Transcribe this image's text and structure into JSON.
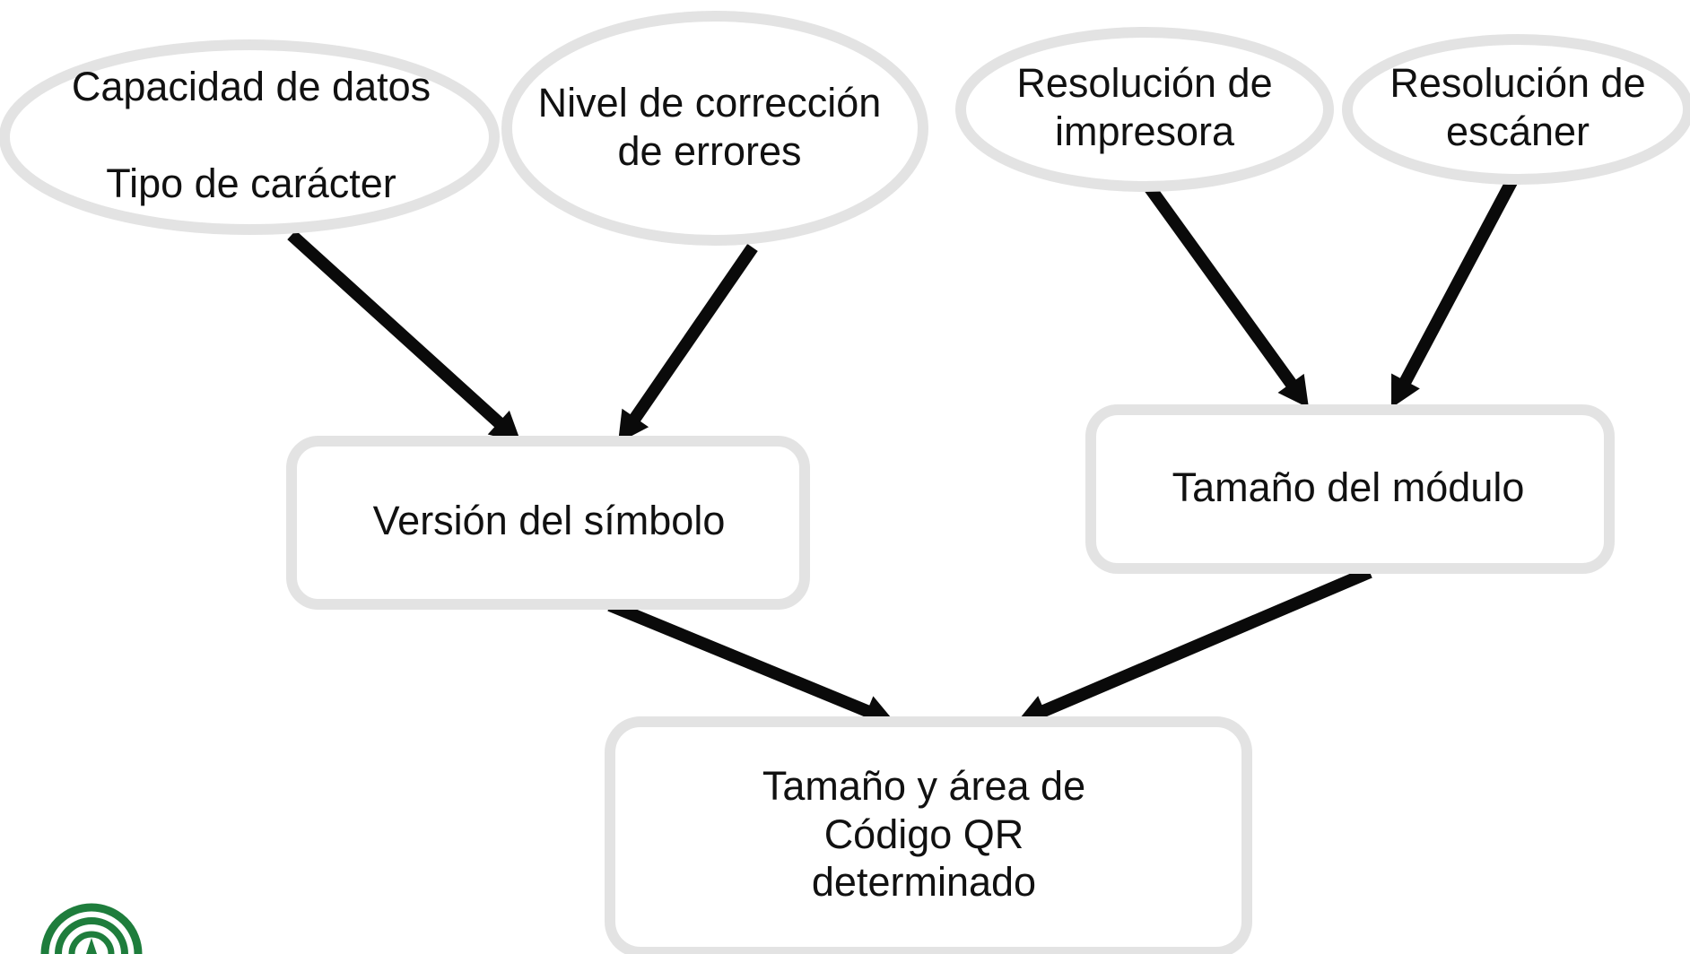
{
  "diagram": {
    "nodes": [
      {
        "id": "capacidad-tipo",
        "shape": "ellipse",
        "lines": [
          "Capacidad de datos",
          "",
          "Tipo de carácter"
        ]
      },
      {
        "id": "nivel-correccion",
        "shape": "ellipse",
        "lines": [
          "Nivel de corrección",
          "de errores"
        ]
      },
      {
        "id": "resolucion-impresora",
        "shape": "ellipse",
        "lines": [
          "Resolución de",
          "impresora"
        ]
      },
      {
        "id": "resolucion-escaner",
        "shape": "ellipse",
        "lines": [
          "Resolución de",
          "escáner"
        ]
      },
      {
        "id": "version-simbolo",
        "shape": "rounded-rect",
        "lines": [
          "Versión del símbolo"
        ]
      },
      {
        "id": "tamano-modulo",
        "shape": "rounded-rect",
        "lines": [
          "Tamaño del módulo"
        ]
      },
      {
        "id": "tamano-area",
        "shape": "rounded-rect",
        "lines": [
          "Tamaño y área de",
          "Código QR",
          "determinado"
        ]
      }
    ],
    "edges": [
      {
        "from": "capacidad-tipo",
        "to": "version-simbolo"
      },
      {
        "from": "nivel-correccion",
        "to": "version-simbolo"
      },
      {
        "from": "resolucion-impresora",
        "to": "tamano-modulo"
      },
      {
        "from": "resolucion-escaner",
        "to": "tamano-modulo"
      },
      {
        "from": "version-simbolo",
        "to": "tamano-area"
      },
      {
        "from": "tamano-modulo",
        "to": "tamano-area"
      }
    ],
    "colors": {
      "node_border": "#e3e3e3",
      "arrow": "#0a0a0a",
      "text": "#111111",
      "logo": "#1e7d3c"
    }
  },
  "logo": {
    "icon": "junta-andalucia-logo-icon"
  }
}
